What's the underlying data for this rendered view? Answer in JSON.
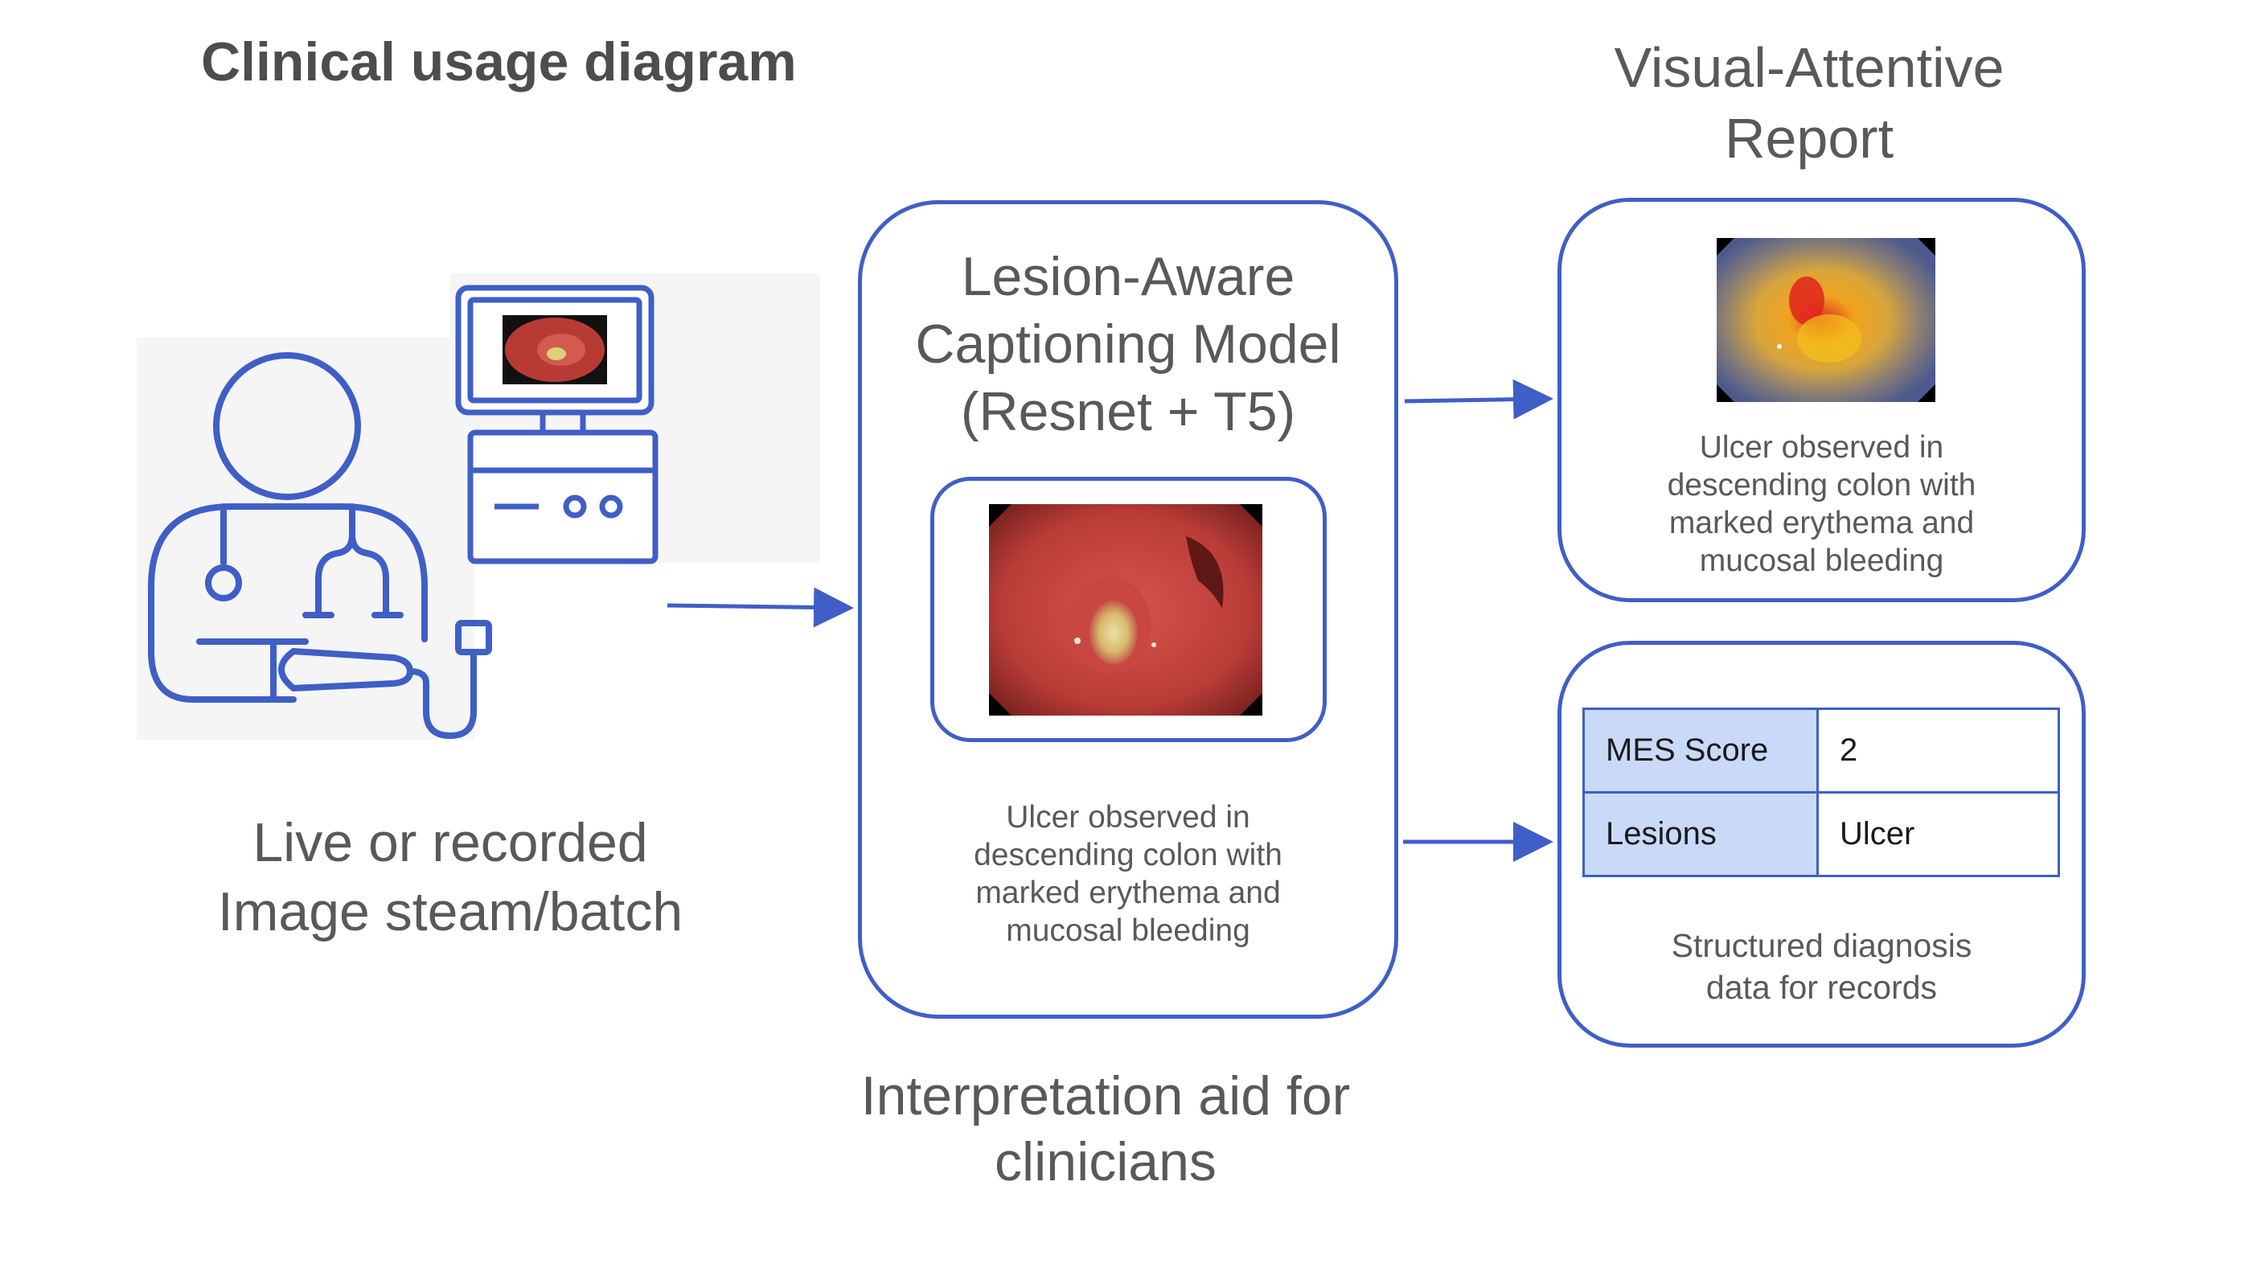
{
  "diagram": {
    "title": "Clinical usage diagram",
    "report_title": [
      "Visual-Attentive",
      "Report"
    ],
    "source_label": [
      "Live or recorded",
      "Image steam/batch"
    ],
    "model_box": {
      "title": [
        "Lesion-Aware",
        "Captioning Model",
        "(Resnet + T5)"
      ],
      "caption": [
        "Ulcer observed in",
        "descending colon with",
        "marked erythema and",
        "mucosal bleeding"
      ]
    },
    "report_box": {
      "caption": [
        "Ulcer observed in",
        "descending colon with",
        "marked erythema and",
        "mucosal bleeding"
      ]
    },
    "structured_box": {
      "rows": [
        {
          "key": "MES Score",
          "value": "2"
        },
        {
          "key": "Lesions",
          "value": "Ulcer"
        }
      ],
      "caption": [
        "Structured diagnosis",
        "data for records"
      ]
    },
    "bottom_label": [
      "Interpretation aid for",
      "clinicians"
    ],
    "icons": [
      "clinician-icon",
      "endoscopy-monitor-icon",
      "endoscope-probe-icon"
    ],
    "colors": {
      "accent": "#3f5fc6",
      "table_key_fill": "#c9daf8",
      "text": "#595959"
    }
  }
}
